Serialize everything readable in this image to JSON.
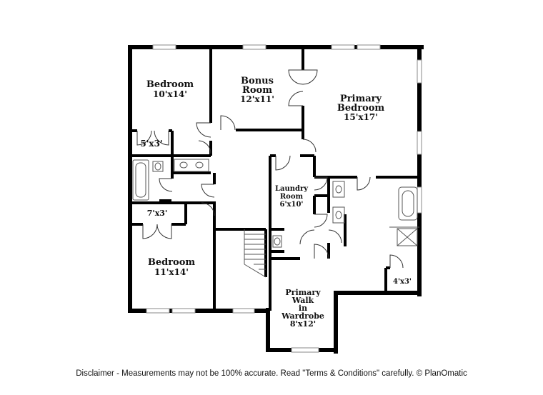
{
  "rooms": {
    "bedroom_nw": {
      "name": "Bedroom",
      "size": "10'x14'"
    },
    "bonus": {
      "name1": "Bonus",
      "name2": "Room",
      "size": "12'x11'"
    },
    "primary_bedroom": {
      "name1": "Primary",
      "name2": "Bedroom",
      "size": "15'x17'"
    },
    "closet_5x3": {
      "size": "5'x3'"
    },
    "closet_7x3": {
      "size": "7'x3'"
    },
    "laundry": {
      "name1": "Laundry",
      "name2": "Room",
      "size": "6'x10'"
    },
    "bedroom_sw": {
      "name": "Bedroom",
      "size": "11'x14'"
    },
    "primary_walk_in": {
      "line1": "Primary",
      "line2": "Walk",
      "line3": "in",
      "line4": "Wardrobe",
      "size": "8'x12'"
    },
    "closet_4x3": {
      "size": "4'x3'"
    }
  },
  "footer": {
    "disclaimer": "Disclaimer - Measurements may not be 100% accurate. Read \"Terms & Conditions\" carefully. © PlanOmatic"
  },
  "colors": {
    "wall": "#000000",
    "fixture": "#555555",
    "background": "#ffffff"
  }
}
